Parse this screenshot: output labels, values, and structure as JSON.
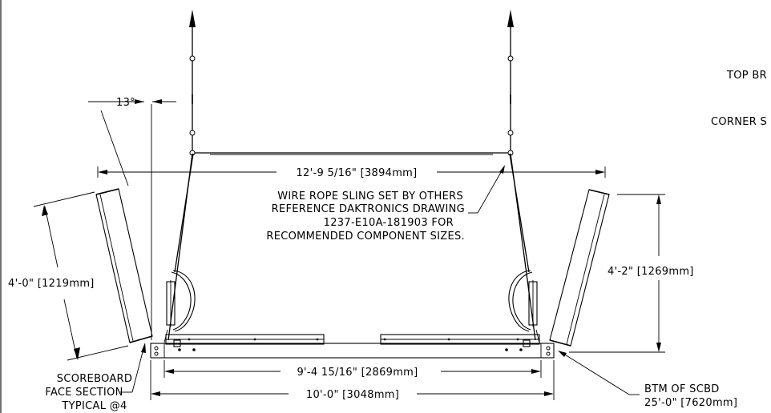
{
  "dimensions": {
    "angle": "13°",
    "top_width": "12'-9 5/16\" [3894mm]",
    "left_face_height": "4'-0\" [1219mm]",
    "right_face_height": "4'-2\" [1269mm]",
    "inner_width": "9'-4 15/16\" [2869mm]",
    "overall_width": "10'-0\" [3048mm]"
  },
  "notes": {
    "sling": [
      "WIRE ROPE SLING SET BY OTHERS",
      "REFERENCE DAKTRONICS DRAWING",
      "1237-E10A-181903 FOR",
      "RECOMMENDED COMPONENT SIZES."
    ],
    "scoreboard_face": [
      "SCOREBOARD",
      "FACE SECTION",
      "TYPICAL @4"
    ],
    "bottom": [
      "BTM OF SCBD",
      "25'-0\" [7620mm]"
    ],
    "top_bracket": "TOP BR",
    "corner": "CORNER S"
  }
}
